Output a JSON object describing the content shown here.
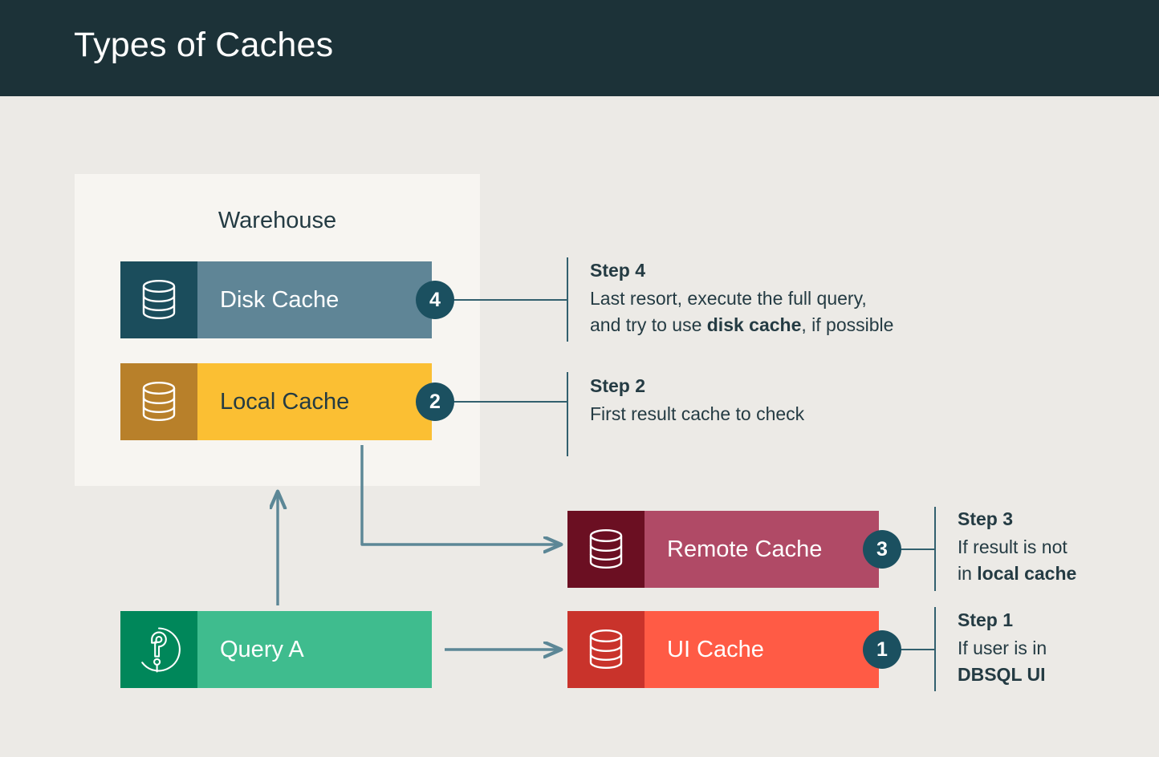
{
  "header": {
    "title": "Types of Caches",
    "background": "#1C3238",
    "text_color": "#FFFFFF"
  },
  "page": {
    "background": "#ECEAE6",
    "accent": "#1B5060",
    "line_color": "#32606E",
    "text_color": "#243B43"
  },
  "warehouse": {
    "label": "Warehouse",
    "background": "#F7F5F1"
  },
  "boxes": {
    "disk_cache": {
      "label": "Disk Cache",
      "icon": "database-icon",
      "icon_bg": "#1B4D5C",
      "body_bg": "#5F8596",
      "label_color": "#FFFFFF",
      "badge": "4"
    },
    "local_cache": {
      "label": "Local Cache",
      "icon": "database-icon",
      "icon_bg": "#B8802A",
      "body_bg": "#FBBF33",
      "label_color": "#243B43",
      "badge": "2"
    },
    "remote_cache": {
      "label": "Remote Cache",
      "icon": "database-icon",
      "icon_bg": "#6B0F22",
      "body_bg": "#B04A66",
      "label_color": "#FFFFFF",
      "badge": "3"
    },
    "ui_cache": {
      "label": "UI Cache",
      "icon": "database-icon",
      "icon_bg": "#C9332B",
      "body_bg": "#FF5B45",
      "label_color": "#FFFFFF",
      "badge": "1"
    },
    "query_a": {
      "label": "Query A",
      "icon": "question-circle-icon",
      "icon_bg": "#00875A",
      "body_bg": "#3FBC8E",
      "label_color": "#FFFFFF",
      "badge": ""
    }
  },
  "steps": [
    {
      "id": "step-1",
      "title": "Step 1",
      "line1": "If user is in",
      "line2_bold": "DBSQL UI",
      "line2_tail": ""
    },
    {
      "id": "step-2",
      "title": "Step 2",
      "line1": "First result cache to check",
      "line2_bold": "",
      "line2_tail": ""
    },
    {
      "id": "step-3",
      "title": "Step 3",
      "line1": "If result is not",
      "line2_lead": "in ",
      "line2_bold": "local cache",
      "line2_tail": ""
    },
    {
      "id": "step-4",
      "title": "Step 4",
      "line1": "Last resort, execute the full query,",
      "line2_lead": "and try to use ",
      "line2_bold": "disk cache",
      "line2_tail": ", if possible"
    }
  ],
  "arrows": [
    {
      "name": "query-a-to-warehouse",
      "direction": "up"
    },
    {
      "name": "local-cache-to-remote-cache",
      "direction": "elbow-right"
    },
    {
      "name": "query-a-to-ui-cache",
      "direction": "right"
    }
  ]
}
